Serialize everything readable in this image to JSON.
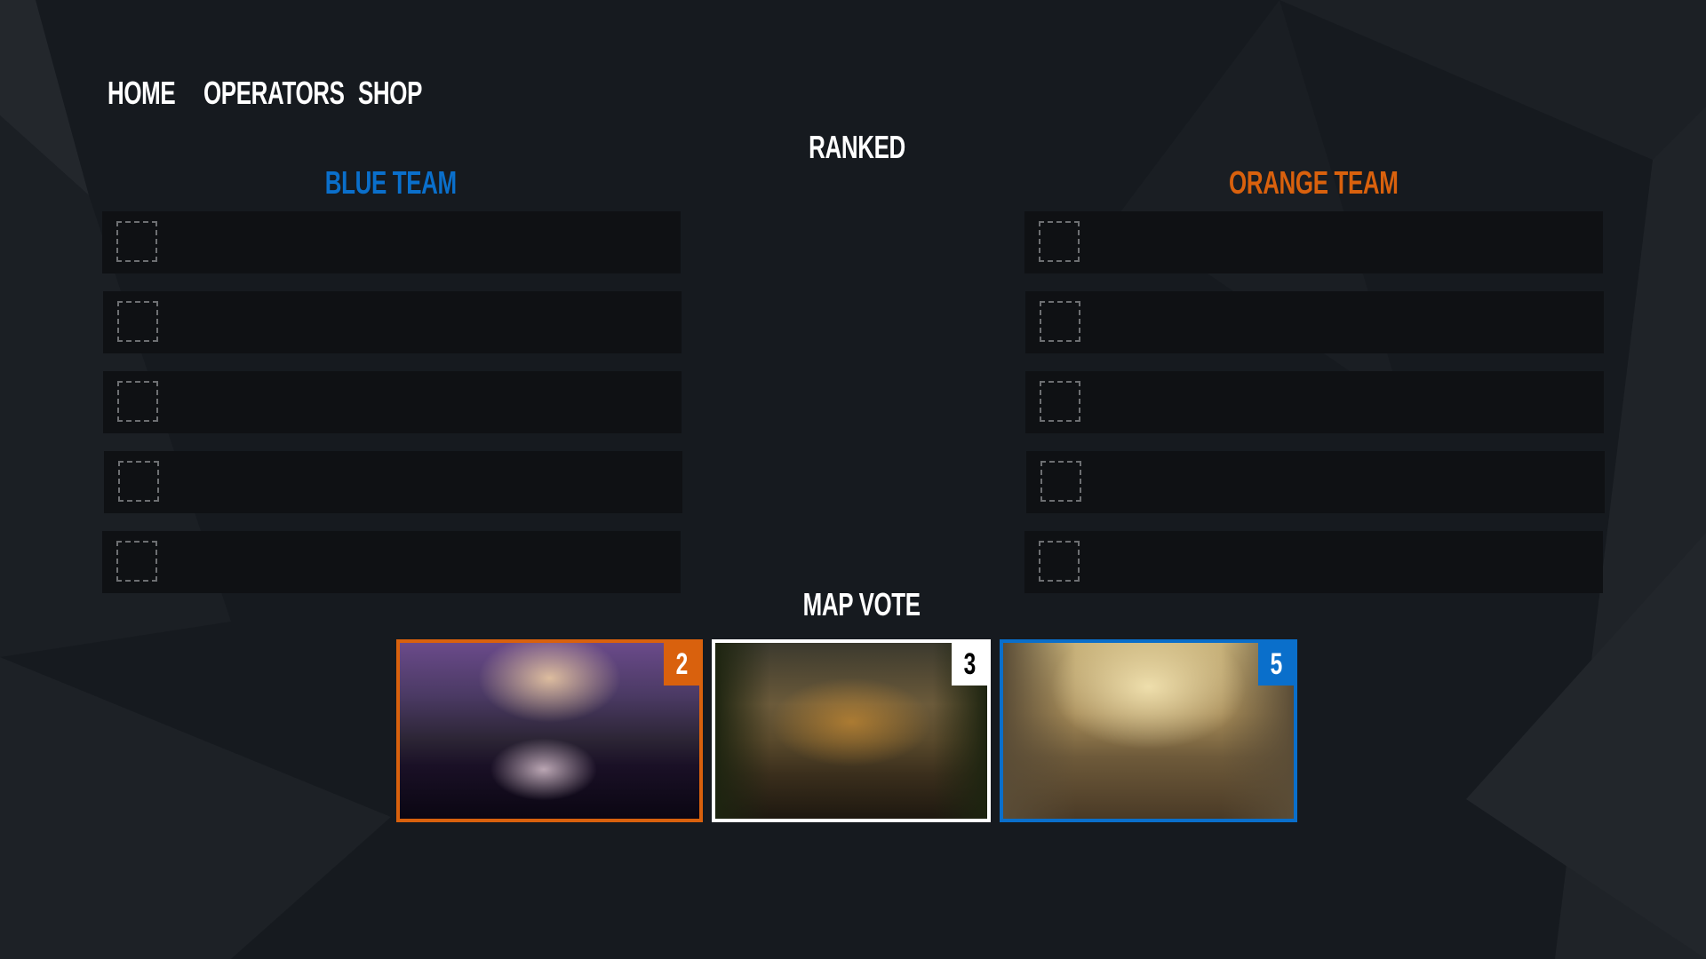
{
  "nav": {
    "items": [
      "HOME",
      "OPERATORS",
      "SHOP"
    ]
  },
  "mode": "RANKED",
  "teams": {
    "blue": {
      "label": "BLUE TEAM",
      "color": "#0a6fcb",
      "slots": 5
    },
    "orange": {
      "label": "ORANGE TEAM",
      "color": "#d9610d",
      "slots": 5
    }
  },
  "map_vote": {
    "title": "MAP VOTE",
    "maps": [
      {
        "votes": "2",
        "border_color": "#d9610d",
        "badge_text_color": "#ffffff"
      },
      {
        "votes": "3",
        "border_color": "#ffffff",
        "badge_text_color": "#000000"
      },
      {
        "votes": "5",
        "border_color": "#0a6fcb",
        "badge_text_color": "#ffffff"
      }
    ]
  }
}
